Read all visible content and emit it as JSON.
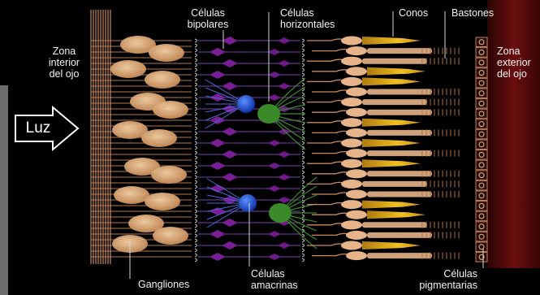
{
  "labels": {
    "zona_interior": "Zona\ninterior\ndel ojo",
    "zona_exterior": "Zona\nexterior\ndel ojo",
    "luz": "Luz",
    "bipolares": "Células\nbipolares",
    "horizontales": "Células\nhorizontales",
    "conos": "Conos",
    "bastones": "Bastones",
    "ganglionares": "Gangliones",
    "amacrinas": "Células\namacrinas",
    "pigmentarias": "Células\npigmentarias"
  },
  "colors": {
    "background": "#000000",
    "ganglion": "#e8b583",
    "fiber": "#c98a5c",
    "bipolar": "#7a1e96",
    "bipolar_axon": "#6a3aa0",
    "amacrine": "#1e56e0",
    "horizontal": "#3a8a2a",
    "cone_tip": "#e3b21a",
    "rod": "#e7b48a",
    "pigment": "#c0805a",
    "choroid": "#6a0e0e",
    "callout_line": "#d8d8d8",
    "arrow_outline": "#ffffff"
  }
}
